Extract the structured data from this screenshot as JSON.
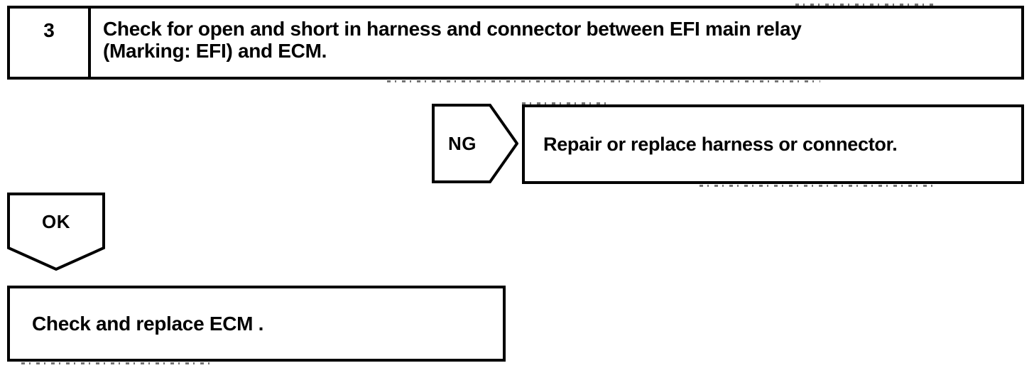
{
  "flowchart": {
    "step": {
      "number": "3",
      "instruction_lines": [
        "Check for open and short in harness and connector between EFI main relay",
        "(Marking: EFI) and ECM."
      ]
    },
    "ng_branch": {
      "label": "NG",
      "action": "Repair or replace harness or connector."
    },
    "ok_branch": {
      "label": "OK",
      "action": "Check and replace ECM ."
    },
    "colors": {
      "ink": "#000000",
      "paper": "#ffffff"
    }
  }
}
